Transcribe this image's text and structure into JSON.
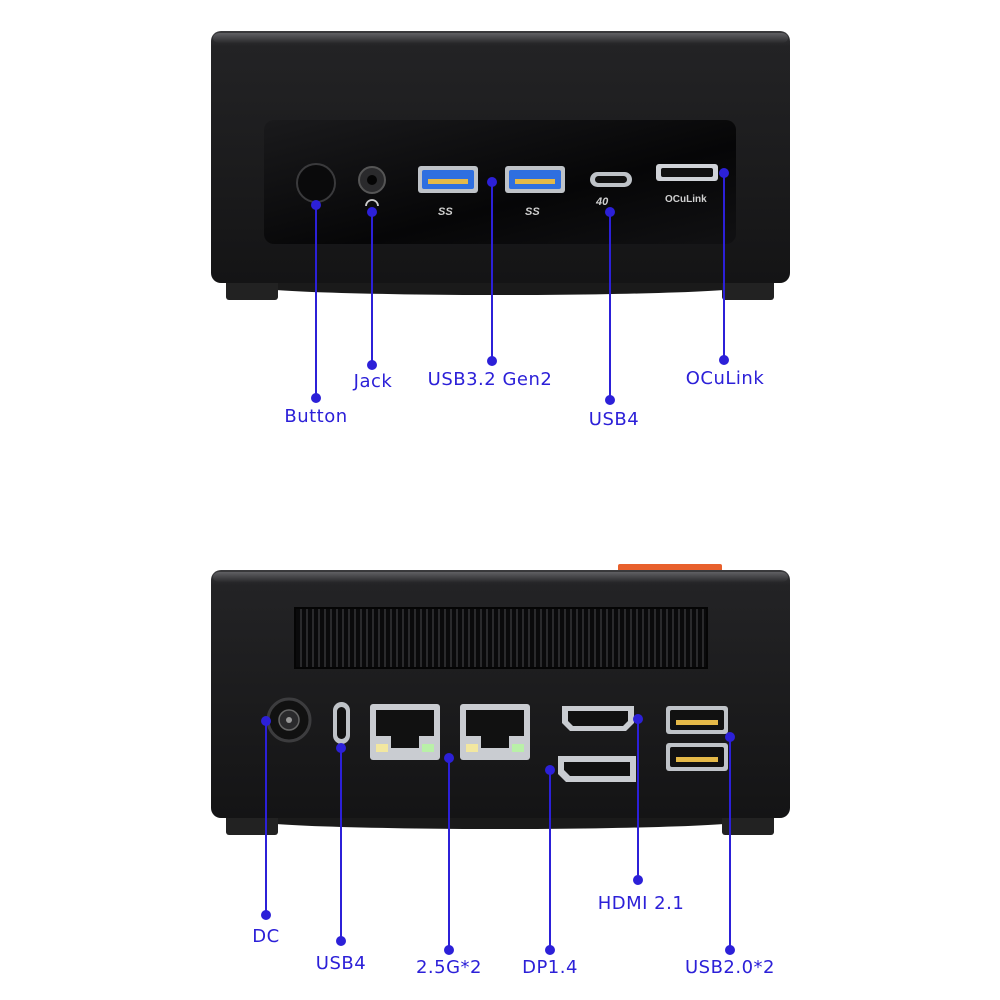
{
  "front_panel": {
    "port_labels": {
      "button": "Button",
      "jack": "Jack",
      "usb32": "USB3.2 Gen2",
      "usb4": "USB4",
      "oculink": "OCuLink"
    },
    "printed_marks": {
      "ss_logo": "SS",
      "usb4_mark": "40",
      "oculink_mark": "OCuLink"
    }
  },
  "rear_panel": {
    "port_labels": {
      "dc": "DC",
      "usb4": "USB4",
      "lan": "2.5G*2",
      "dp": "DP1.4",
      "hdmi": "HDMI 2.1",
      "usb20": "USB2.0*2"
    }
  },
  "colors": {
    "callout": "#2c20d8",
    "chassis": "#1c1c1e",
    "panel": "#0b0b0d",
    "usb3_blue": "#2f6fe0",
    "accent_orange": "#e8602c"
  }
}
